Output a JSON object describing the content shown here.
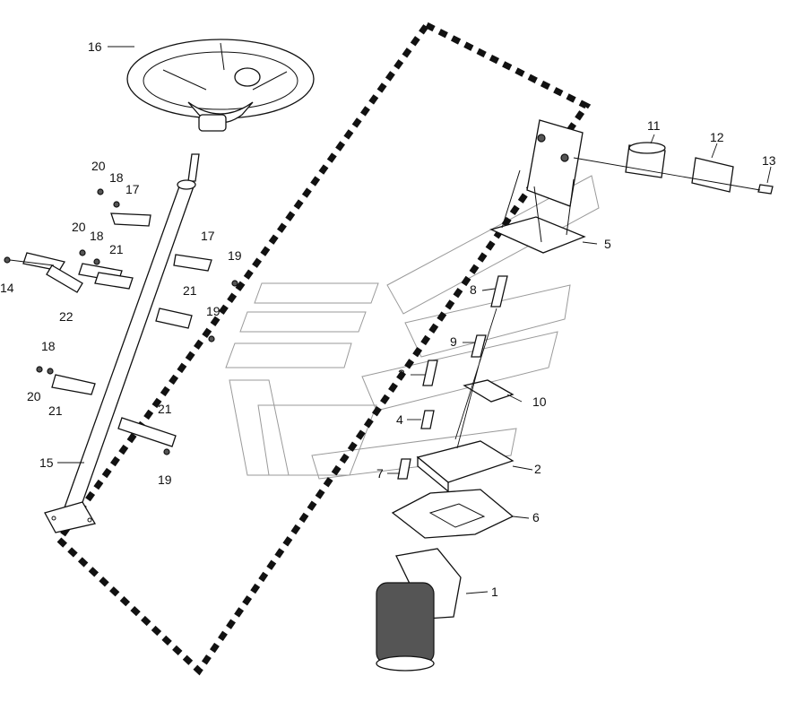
{
  "diagram": {
    "type": "exploded-parts-diagram",
    "callouts": [
      {
        "id": "c1",
        "label": "1"
      },
      {
        "id": "c2",
        "label": "2"
      },
      {
        "id": "c3",
        "label": "3"
      },
      {
        "id": "c4",
        "label": "4"
      },
      {
        "id": "c5",
        "label": "5"
      },
      {
        "id": "c6",
        "label": "6"
      },
      {
        "id": "c7",
        "label": "7"
      },
      {
        "id": "c8",
        "label": "8"
      },
      {
        "id": "c9",
        "label": "9"
      },
      {
        "id": "c10",
        "label": "10"
      },
      {
        "id": "c11",
        "label": "11"
      },
      {
        "id": "c12",
        "label": "12"
      },
      {
        "id": "c13",
        "label": "13"
      },
      {
        "id": "c14",
        "label": "14"
      },
      {
        "id": "c15",
        "label": "15"
      },
      {
        "id": "c16",
        "label": "16"
      },
      {
        "id": "c17a",
        "label": "17"
      },
      {
        "id": "c17b",
        "label": "17"
      },
      {
        "id": "c18a",
        "label": "18"
      },
      {
        "id": "c18b",
        "label": "18"
      },
      {
        "id": "c18c",
        "label": "18"
      },
      {
        "id": "c19a",
        "label": "19"
      },
      {
        "id": "c19b",
        "label": "19"
      },
      {
        "id": "c19c",
        "label": "19"
      },
      {
        "id": "c20a",
        "label": "20"
      },
      {
        "id": "c20b",
        "label": "20"
      },
      {
        "id": "c20c",
        "label": "20"
      },
      {
        "id": "c21a",
        "label": "21"
      },
      {
        "id": "c21b",
        "label": "21"
      },
      {
        "id": "c21c",
        "label": "21"
      },
      {
        "id": "c21d",
        "label": "21"
      },
      {
        "id": "c22",
        "label": "22"
      }
    ]
  }
}
